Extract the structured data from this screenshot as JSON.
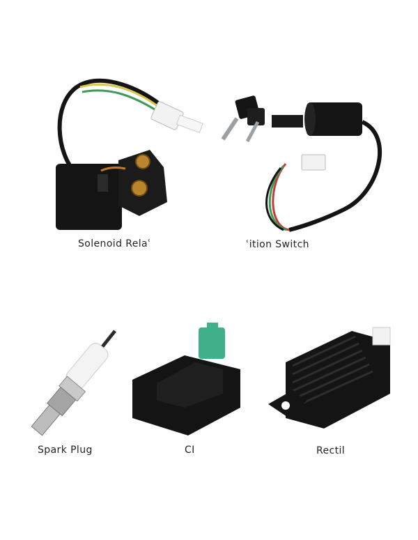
{
  "products": [
    {
      "id": "solenoid",
      "label": "Solenoid Relaʿ"
    },
    {
      "id": "ignition",
      "label": "ʿition Switch"
    },
    {
      "id": "spark",
      "label": "Spark Plug"
    },
    {
      "id": "cdi",
      "label": "CI"
    },
    {
      "id": "rectifier",
      "label": "Rectil"
    }
  ],
  "colors": {
    "body": "#141414",
    "wire_yellow": "#d8c84a",
    "wire_green": "#3f9a55",
    "wire_red": "#c63a3a",
    "connector_teal": "#3fb08a",
    "connector_white": "#f2f2f2",
    "brass": "#b9862e"
  }
}
